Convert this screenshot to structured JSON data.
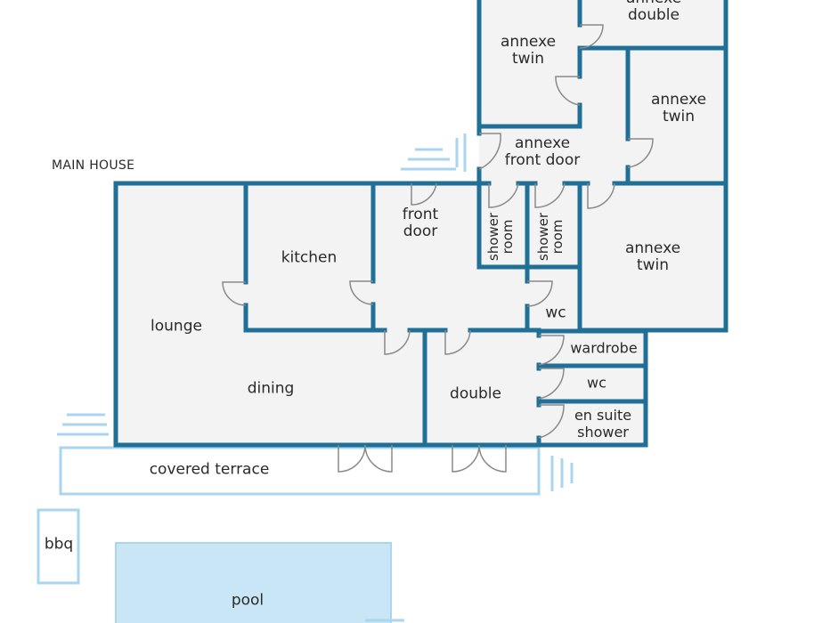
{
  "title": "MAIN HOUSE",
  "colors": {
    "wall": "#1f6f97",
    "floor": "#f3f3f3",
    "pool": "#c9e6f6",
    "outdoor_outline": "#a9d6ee",
    "door": "#8a8a8a"
  },
  "rooms": {
    "annexe_double": "annexe\ndouble",
    "annexe_twin_top": "annexe\ntwin",
    "annexe_twin_right": "annexe\ntwin",
    "annexe_front_door": "annexe\nfront door",
    "shower_room_1": "shower\nroom",
    "shower_room_2": "shower\nroom",
    "annexe_twin_lower": "annexe\ntwin",
    "kitchen": "kitchen",
    "front_door": "front\ndoor",
    "lounge": "lounge",
    "dining": "dining",
    "wc_annexe": "wc",
    "wardrobe": "wardrobe",
    "double": "double",
    "wc": "wc",
    "en_suite_shower": "en suite\nshower",
    "covered_terrace": "covered terrace",
    "bbq": "bbq",
    "pool": "pool"
  }
}
